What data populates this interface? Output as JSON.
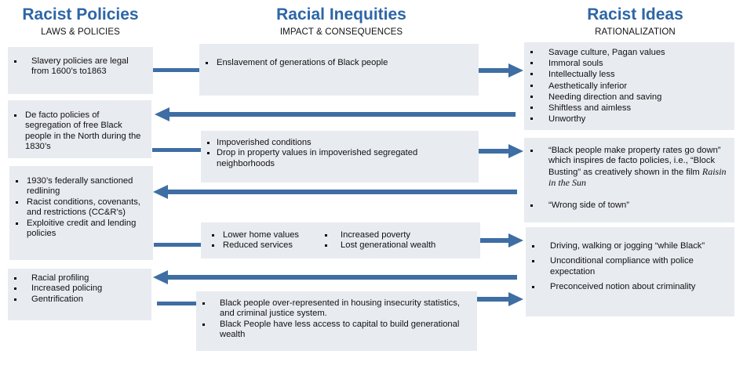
{
  "headers": {
    "policies": {
      "title": "Racist Policies",
      "subtitle": "LAWS & POLICIES"
    },
    "inequities": {
      "title": "Racial Inequities",
      "subtitle": "IMPACT & CONSEQUENCES"
    },
    "ideas": {
      "title": "Racist Ideas",
      "subtitle": "RATIONALIZATION"
    }
  },
  "policies": {
    "row1": [
      "Slavery policies are legal from 1600’s to1863"
    ],
    "row2": [
      "De facto policies of segregation of free Black people in the North during the 1830’s"
    ],
    "row3": [
      "1930’s federally sanctioned redlining",
      "Racist conditions, covenants, and restrictions (CC&R’s)",
      "Exploitive credit and lending policies"
    ],
    "row4": [
      "Racial profiling",
      "Increased policing",
      "Gentrification"
    ]
  },
  "inequities": {
    "row1": [
      "Enslavement of generations of Black people"
    ],
    "row2": [
      "Impoverished conditions",
      "Drop in property values in impoverished segregated neighborhoods"
    ],
    "row3_left": [
      "Lower home values",
      "Reduced services"
    ],
    "row3_right": [
      "Increased poverty",
      "Lost generational wealth"
    ],
    "row4": [
      "Black people over-represented in housing insecurity statistics, and criminal justice system.",
      "Black People have less access to capital to build generational wealth"
    ]
  },
  "ideas": {
    "row1": [
      "Savage culture, Pagan values",
      "Immoral souls",
      "Intellectually less",
      "Aesthetically inferior",
      "Needing direction and saving",
      "Shiftless and aimless",
      "Unworthy"
    ],
    "row2_main": "“Black people make property rates go down” which inspires de facto policies, i.e., “Block Busting” as creatively shown in the film ",
    "row2_film": "Raisin in the Sun",
    "row2_second": "“Wrong side of town”",
    "row3": [
      "Driving, walking or jogging “while Black”",
      "Unconditional compliance with police expectation",
      "Preconceived notion about criminality"
    ]
  },
  "colors": {
    "title": "#2e66a6",
    "arrow": "#3e6ea3",
    "box": "#e8ebf0"
  }
}
